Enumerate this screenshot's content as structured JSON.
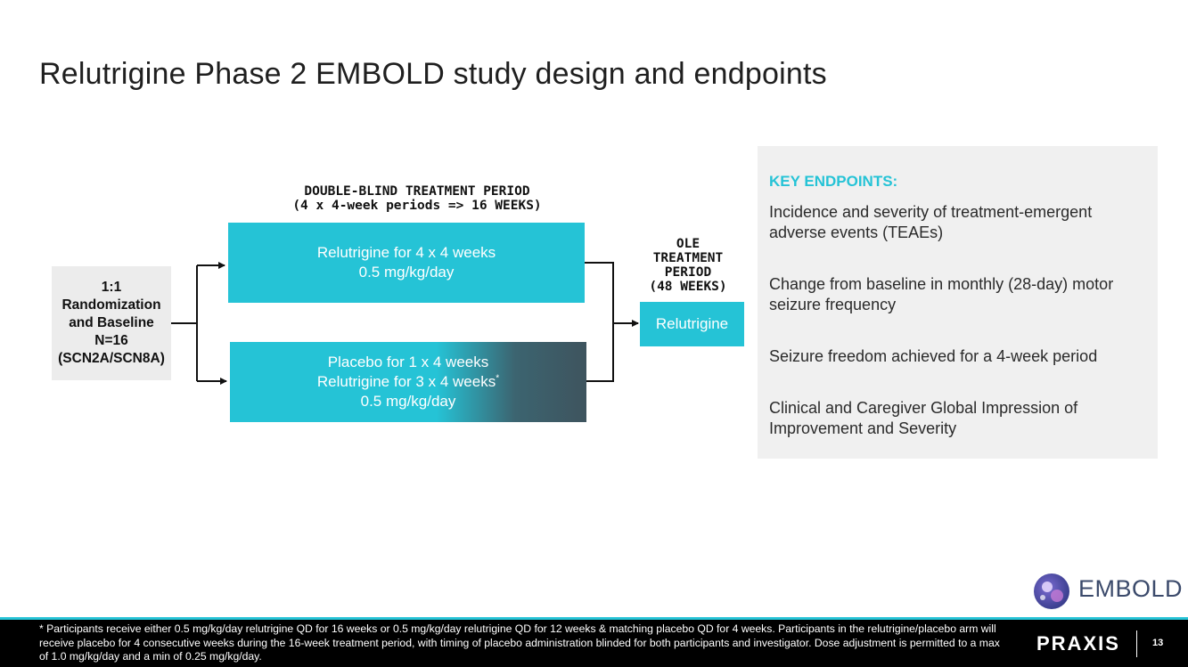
{
  "title": "Relutrigine Phase 2 EMBOLD study design and endpoints",
  "double_blind": {
    "line1": "DOUBLE-BLIND TREATMENT PERIOD",
    "line2": "(4 x 4-week periods => 16 WEEKS)"
  },
  "randomization": {
    "lines": [
      "1:1",
      "Randomization",
      "and Baseline",
      "N=16",
      "(SCN2A/SCN8A)"
    ]
  },
  "arm_top": {
    "line1": "Relutrigine for 4 x 4 weeks",
    "line2": "0.5 mg/kg/day"
  },
  "arm_bottom": {
    "line1": "Placebo for 1 x 4 weeks",
    "line2": "Relutrigine for 3 x 4 weeks",
    "footnote_mark": "*",
    "line3": "0.5 mg/kg/day"
  },
  "ole": {
    "lines": [
      "OLE",
      "TREATMENT",
      "PERIOD",
      "(48 WEEKS)"
    ],
    "box_label": "Relutrigine"
  },
  "endpoints": {
    "heading": "KEY ENDPOINTS:",
    "items": [
      "Incidence and severity of treatment-emergent adverse events (TEAEs)",
      "Change from baseline in monthly (28-day) motor seizure frequency",
      "Seizure freedom achieved for a 4-week period",
      "Clinical and Caregiver Global Impression of Improvement and Severity"
    ]
  },
  "footer": {
    "footnote": "* Participants receive either 0.5 mg/kg/day relutrigine QD for 16 weeks or 0.5 mg/kg/day relutrigine QD for 12 weeks & matching placebo QD for 4 weeks. Participants in the relutrigine/placebo arm will receive placebo for 4 consecutive weeks during the 16-week treatment period, with timing of placebo administration blinded for both participants and investigator. Dose adjustment is permitted to a max of 1.0 mg/kg/day and a min of 0.25 mg/kg/day.",
    "company": "PRAXIS",
    "page_number": "13"
  },
  "logo": {
    "text": "EMBOLD"
  },
  "colors": {
    "accent": "#25c3d6",
    "dark": "#3e545e",
    "panel": "#f0f0f0"
  }
}
